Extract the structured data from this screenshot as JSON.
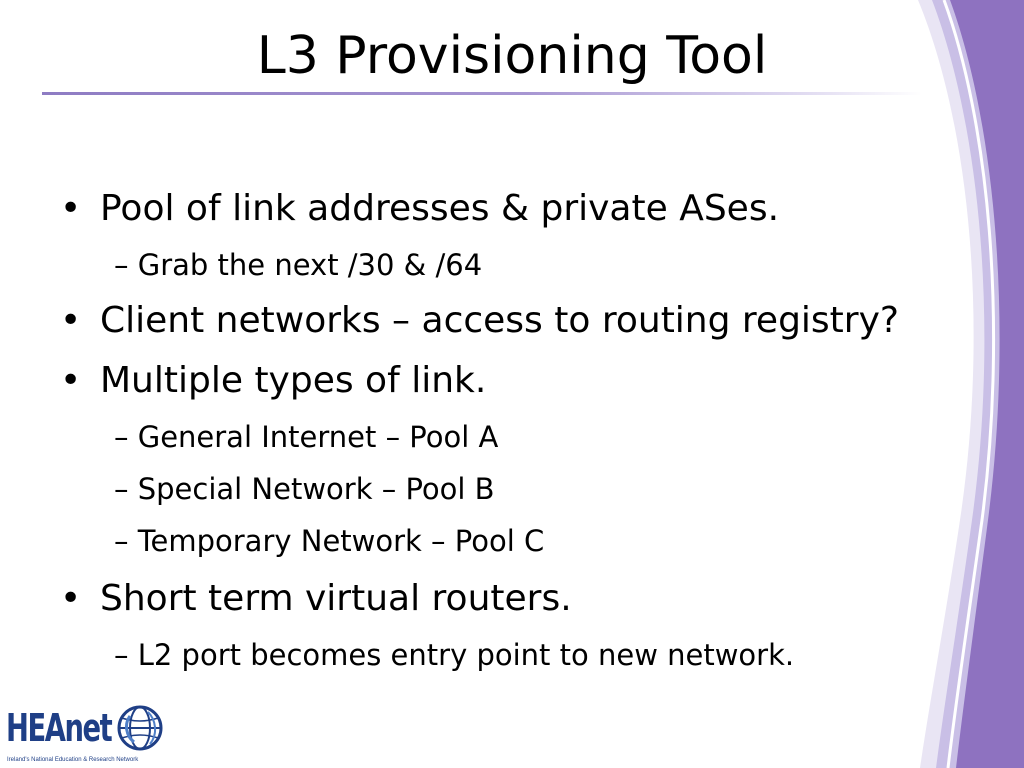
{
  "slide": {
    "title": "L3 Provisioning Tool",
    "bullets": [
      {
        "text": "Pool of link addresses & private ASes.",
        "sub": [
          "– Grab the next /30 & /64"
        ]
      },
      {
        "text": "Client networks – access to routing registry?",
        "sub": []
      },
      {
        "text": "Multiple types of link.",
        "sub": [
          "– General Internet – Pool A",
          "– Special Network – Pool B",
          "– Temporary Network – Pool C"
        ]
      },
      {
        "text": "Short term virtual routers.",
        "sub": [
          "– L2 port becomes entry point to new network."
        ]
      }
    ],
    "bullet_glyph": "•"
  },
  "logo": {
    "word": "HEAnet",
    "tagline": "Ireland's National Education & Research Network",
    "icon": "globe-icon"
  },
  "colors": {
    "accent": "#8e7cc3",
    "accent_light": "#c9bfe6",
    "logo_blue": "#1f3f86"
  }
}
